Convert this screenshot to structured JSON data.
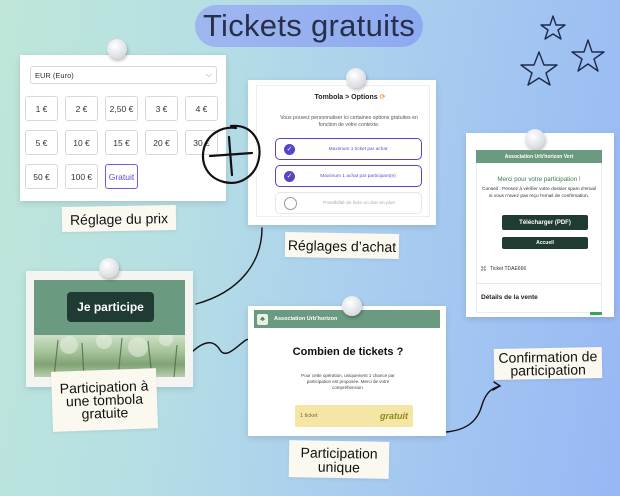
{
  "title": "Tickets gratuits",
  "price_card": {
    "currency": "EUR (Euro)",
    "prices": [
      "1 €",
      "2 €",
      "2,50 €",
      "3 €",
      "4 €",
      "5 €",
      "10 €",
      "15 €",
      "20 €",
      "30 €",
      "50 €",
      "100 €",
      "Gratuit"
    ],
    "selected": "Gratuit",
    "caption": "Réglage du prix"
  },
  "options_card": {
    "heading": "Tombola > Options",
    "description": "Vous pouvez personnaliser ici certaines options gratuites en fonction de votre contexte.",
    "options": [
      {
        "label": "Maximum 1 ticket par achat",
        "checked": true
      },
      {
        "label": "Maximum 1 achat par participant(e)",
        "checked": true
      },
      {
        "label": "Possibilité de faire un don en plus",
        "checked": false
      }
    ],
    "caption": "Réglages d’achat"
  },
  "participate_card": {
    "button": "Je participe",
    "caption": "Participation à une tombola gratuite"
  },
  "tickets_card": {
    "org": "Association Urb'horizon",
    "heading": "Combien de tickets ?",
    "description": "Pour cette opération, uniquement 1 chance par participation est proposée. Merci de votre compréhension.",
    "ticket_label": "1 ticket",
    "ticket_price": "gratuit",
    "caption": "Participation unique"
  },
  "confirm_card": {
    "org": "Association Urb'horizon Vert",
    "thanks": "Merci pour votre participation !",
    "advice": "Conseil : Pensez à vérifier votre dossier spam d'email si vous n'avez pas reçu l'email de confirmation.",
    "download": "Télécharger (PDF)",
    "home": "Accueil",
    "ticket_ref": "Ticket TDAE666",
    "details": "Détails de la vente",
    "caption": "Confirmation de participation"
  },
  "colors": {
    "accent": "#5546c9",
    "dark_green": "#1f3b33",
    "header_green": "#6a9a80",
    "ticket_yellow": "#f6e6a6",
    "gratuit_olive": "#8a8a20"
  }
}
